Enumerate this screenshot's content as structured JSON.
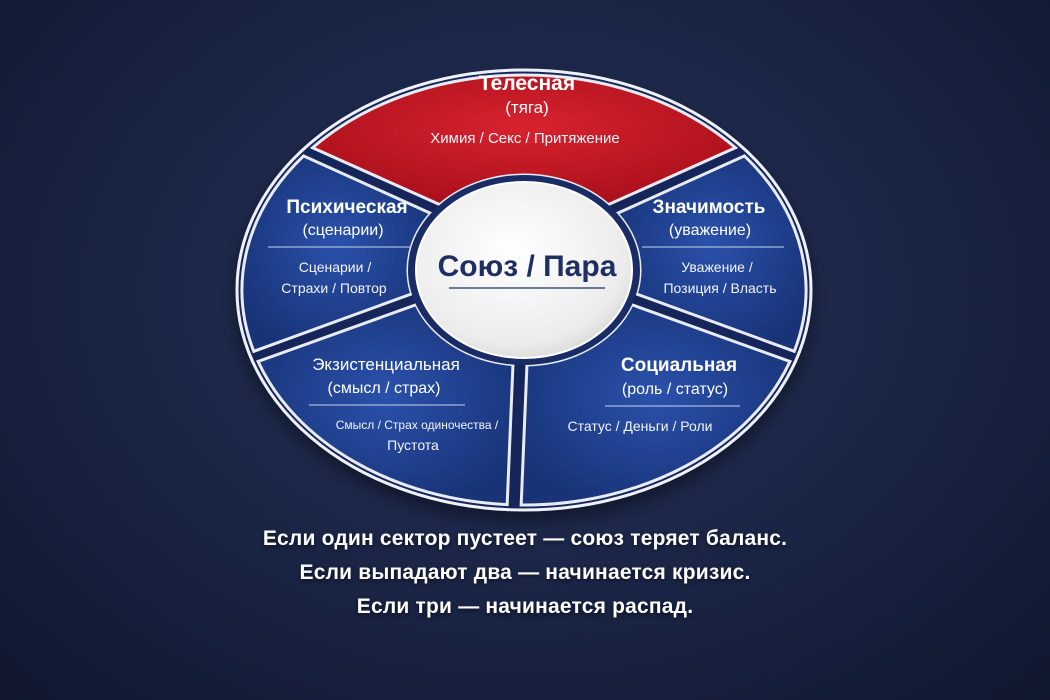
{
  "colors": {
    "background": "#1c2749",
    "segment_blue": "#1f3f92",
    "segment_red": "#c1121f",
    "divider": "#e8ebf2",
    "center_fill": "#f3f3f3",
    "center_text": "#1f2f63"
  },
  "center": {
    "label": "Союз / Пара"
  },
  "sectors": {
    "top": {
      "title": "Телесная",
      "subtitle": "(тяга)",
      "details": [
        "Химия / Секс / Притяжение"
      ]
    },
    "left": {
      "title": "Психическая",
      "subtitle": "(сценарии)",
      "details": [
        "Сценарии /",
        "Страхи / Повтор"
      ]
    },
    "right": {
      "title": "Значимость",
      "subtitle": "(уважение)",
      "details": [
        "Уважение /",
        "Позиция / Власть"
      ]
    },
    "bottom_left": {
      "title": "Экзистенциальная",
      "subtitle": "(смысл / страх)",
      "details": [
        "Смысл / Страх одиночества /",
        "Пустота"
      ]
    },
    "bottom_right": {
      "title": "Социальная",
      "subtitle": "(роль / статус)",
      "details": [
        "Статус / Деньги / Роли"
      ]
    }
  },
  "captions": [
    "Если один сектор пустеет — союз теряет баланс.",
    "Если выпадают два — начинается кризис.",
    "Если три — начинается распад."
  ]
}
